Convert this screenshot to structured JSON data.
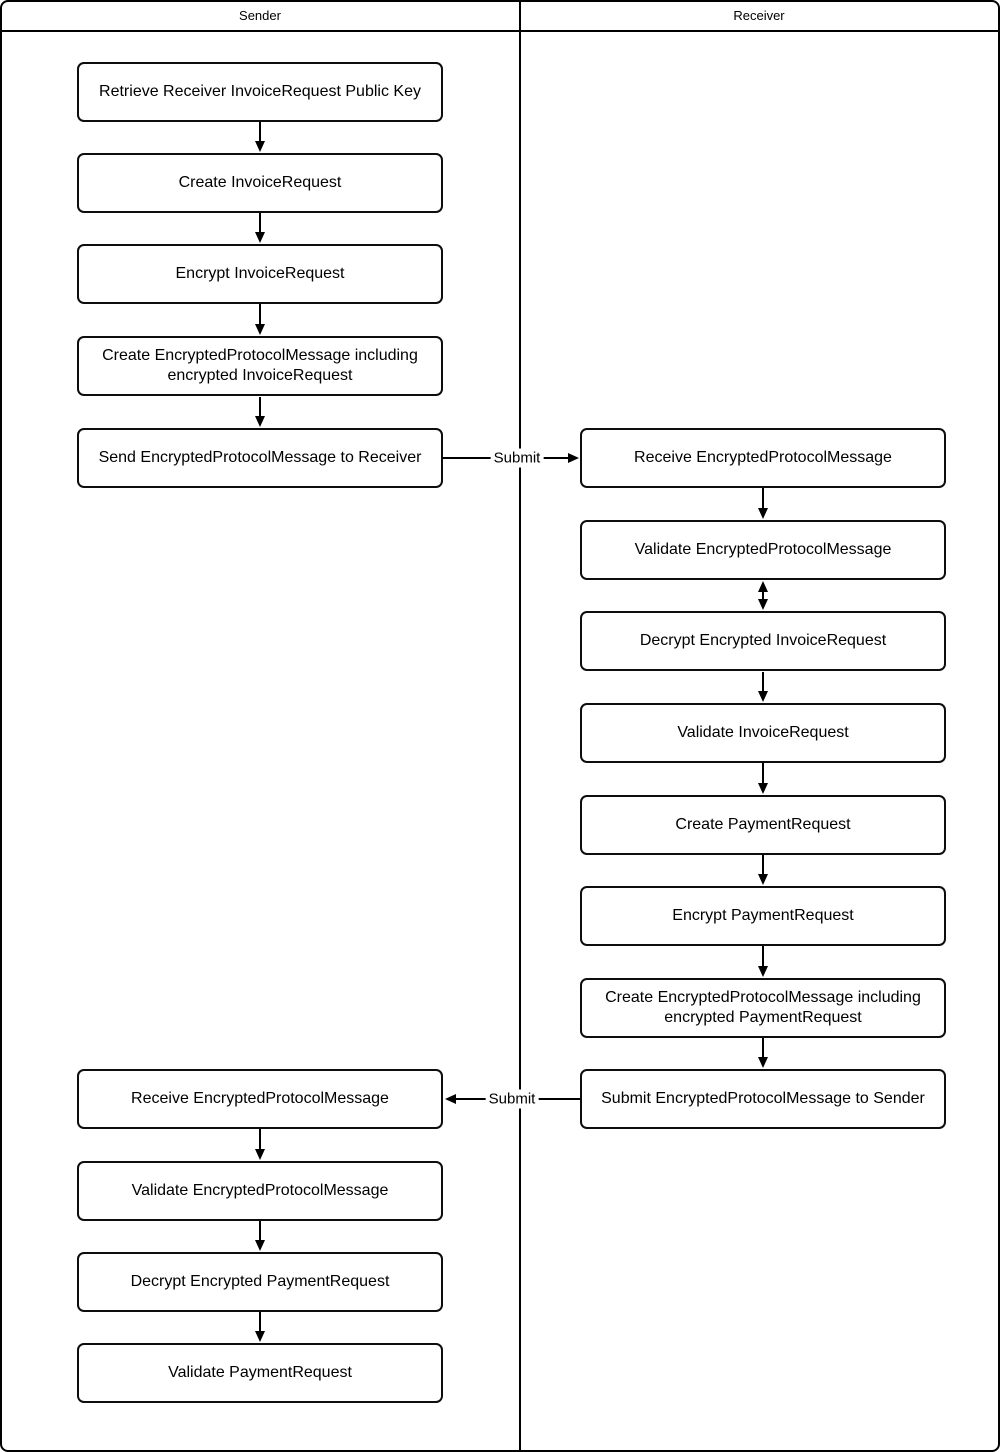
{
  "diagram": {
    "lanes": [
      {
        "title": "Sender"
      },
      {
        "title": "Receiver"
      }
    ],
    "sender_steps": [
      "Retrieve Receiver InvoiceRequest Public Key",
      "Create InvoiceRequest",
      "Encrypt InvoiceRequest",
      "Create EncryptedProtocolMessage including encrypted InvoiceRequest",
      "Send EncryptedProtocolMessage to Receiver",
      "Receive EncryptedProtocolMessage",
      "Validate EncryptedProtocolMessage",
      "Decrypt Encrypted PaymentRequest",
      "Validate PaymentRequest"
    ],
    "receiver_steps": [
      "Receive EncryptedProtocolMessage",
      "Validate EncryptedProtocolMessage",
      "Decrypt Encrypted InvoiceRequest",
      "Validate InvoiceRequest",
      "Create PaymentRequest",
      "Encrypt PaymentRequest",
      "Create EncryptedProtocolMessage including encrypted PaymentRequest",
      "Submit EncryptedProtocolMessage to Sender"
    ],
    "connector_labels": {
      "sender_to_receiver": "Submit",
      "receiver_to_sender": "Submit"
    },
    "colors": {
      "stroke": "#000000",
      "box_fill": "#ffffff",
      "text": "#000000"
    }
  }
}
